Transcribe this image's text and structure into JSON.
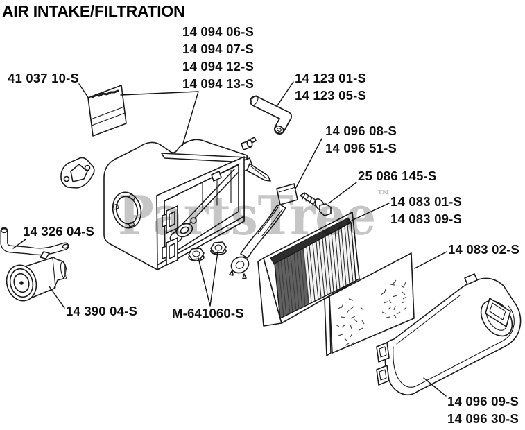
{
  "title": "AIR INTAKE/FILTRATION",
  "watermark": {
    "text": "PartsTree",
    "tm": "™",
    "color": "#c6c6c6"
  },
  "diagram": {
    "parts": {
      "decal": "41 037 10-S",
      "air_cleaner_base_variants": [
        "14 094 06-S",
        "14 094 07-S",
        "14 094 12-S",
        "14 094 13-S"
      ],
      "breather_hose_variants": [
        "14 123 01-S",
        "14 123 05-S"
      ],
      "bracket_variants": [
        "14 096 08-S",
        "14 096 51-S"
      ],
      "screw": "25 086 145-S",
      "filter_element_variants": [
        "14 083 01-S",
        "14 083 09-S"
      ],
      "precleaner": "14 083 02-S",
      "breather_tube": "14 326 04-S",
      "canister": "14 390 04-S",
      "flange_nuts": "M-641060-S",
      "cover_variants": [
        "14 096 09-S",
        "14 096 30-S"
      ]
    }
  }
}
